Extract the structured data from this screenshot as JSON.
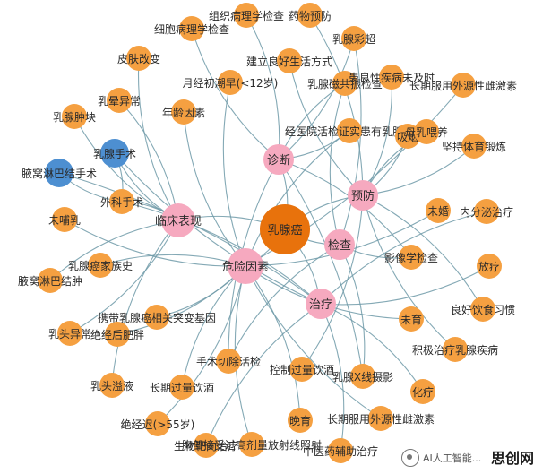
{
  "diagram": {
    "center": {
      "id": "c",
      "label": "乳腺癌",
      "color": "#e8720c"
    },
    "hubs": [
      {
        "id": "h1",
        "label": "诊断"
      },
      {
        "id": "h2",
        "label": "预防"
      },
      {
        "id": "h3",
        "label": "临床表现"
      },
      {
        "id": "h4",
        "label": "危险因素"
      },
      {
        "id": "h5",
        "label": "检查"
      },
      {
        "id": "h6",
        "label": "治疗"
      }
    ],
    "hub_color": "#f6a9bf",
    "leaf_color": "#f5a041",
    "blue_color": "#4d8fd1",
    "leaves": [
      {
        "id": "l1",
        "label": "组织病理学检查"
      },
      {
        "id": "l2",
        "label": "药物预防"
      },
      {
        "id": "l3",
        "label": "细胞病理学检查"
      },
      {
        "id": "l4",
        "label": "乳腺彩超"
      },
      {
        "id": "l5",
        "label": "皮肤改变"
      },
      {
        "id": "l6",
        "label": "建立良好生活方式"
      },
      {
        "id": "l7",
        "label": "月经初潮早(<12岁)"
      },
      {
        "id": "l8",
        "label": "乳腺磁共振检查"
      },
      {
        "id": "l9",
        "label": "患良性疾病未及时"
      },
      {
        "id": "l10",
        "label": "长期服用外源性雌激素"
      },
      {
        "id": "l11",
        "label": "乳晕异常"
      },
      {
        "id": "l12",
        "label": "乳腺肿块"
      },
      {
        "id": "l13",
        "label": "年龄因素"
      },
      {
        "id": "l14",
        "label": "经医院活检证实患有乳腺非"
      },
      {
        "id": "l15",
        "label": "吸烟"
      },
      {
        "id": "l16",
        "label": "母乳喂养"
      },
      {
        "id": "l17",
        "label": "坚持体育锻炼"
      },
      {
        "id": "l18",
        "label": "乳腺手术",
        "blue": true
      },
      {
        "id": "l19",
        "label": "腋窝淋巴结手术",
        "blue": true
      },
      {
        "id": "l20",
        "label": "外科手术"
      },
      {
        "id": "l21",
        "label": "未婚"
      },
      {
        "id": "l22",
        "label": "内分泌治疗"
      },
      {
        "id": "l23",
        "label": "未哺乳"
      },
      {
        "id": "l24",
        "label": "影像学检查"
      },
      {
        "id": "l25",
        "label": "乳腺癌家族史"
      },
      {
        "id": "l26",
        "label": "放疗"
      },
      {
        "id": "l27",
        "label": "腋窝淋巴结肿"
      },
      {
        "id": "l28",
        "label": "良好饮食习惯"
      },
      {
        "id": "l29",
        "label": "携带乳腺癌相关突变基因"
      },
      {
        "id": "l30",
        "label": "未育"
      },
      {
        "id": "l31",
        "label": "乳头异常"
      },
      {
        "id": "l32",
        "label": "绝经后肥胖"
      },
      {
        "id": "l33",
        "label": "积极治疗乳腺疾病"
      },
      {
        "id": "l34",
        "label": "手术切除活检"
      },
      {
        "id": "l35",
        "label": "控制过量饮酒"
      },
      {
        "id": "l36",
        "label": "乳腺X线摄影"
      },
      {
        "id": "l37",
        "label": "乳头溢液"
      },
      {
        "id": "l38",
        "label": "长期过量饮酒"
      },
      {
        "id": "l39",
        "label": "化疗"
      },
      {
        "id": "l40",
        "label": "晚育"
      },
      {
        "id": "l41",
        "label": "长期服用外源性雌激素"
      },
      {
        "id": "l42",
        "label": "绝经迟(>55岁)"
      },
      {
        "id": "l43",
        "label": "生物靶向治疗"
      },
      {
        "id": "l44",
        "label": "胸部接受过高剂量放射线照射"
      },
      {
        "id": "l45",
        "label": "中医药辅助治疗"
      }
    ],
    "edges": [
      [
        "c",
        "h1"
      ],
      [
        "c",
        "h2"
      ],
      [
        "c",
        "h3"
      ],
      [
        "c",
        "h4"
      ],
      [
        "c",
        "h5"
      ],
      [
        "c",
        "h6"
      ],
      [
        "h1",
        "l1"
      ],
      [
        "h1",
        "l3"
      ],
      [
        "h1",
        "l4"
      ],
      [
        "h1",
        "l8"
      ],
      [
        "h1",
        "l14"
      ],
      [
        "h1",
        "l24"
      ],
      [
        "h1",
        "l34"
      ],
      [
        "h1",
        "l36"
      ],
      [
        "h2",
        "l2"
      ],
      [
        "h2",
        "l6"
      ],
      [
        "h2",
        "l15"
      ],
      [
        "h2",
        "l16"
      ],
      [
        "h2",
        "l17"
      ],
      [
        "h2",
        "l28"
      ],
      [
        "h2",
        "l33"
      ],
      [
        "h2",
        "l35"
      ],
      [
        "h2",
        "l9"
      ],
      [
        "h3",
        "l5"
      ],
      [
        "h3",
        "l11"
      ],
      [
        "h3",
        "l12"
      ],
      [
        "h3",
        "l27"
      ],
      [
        "h3",
        "l31"
      ],
      [
        "h3",
        "l37"
      ],
      [
        "h3",
        "l18"
      ],
      [
        "h3",
        "l20"
      ],
      [
        "h4",
        "l7"
      ],
      [
        "h4",
        "l10"
      ],
      [
        "h4",
        "l13"
      ],
      [
        "h4",
        "l21"
      ],
      [
        "h4",
        "l23"
      ],
      [
        "h4",
        "l25"
      ],
      [
        "h4",
        "l29"
      ],
      [
        "h4",
        "l30"
      ],
      [
        "h4",
        "l32"
      ],
      [
        "h4",
        "l38"
      ],
      [
        "h4",
        "l40"
      ],
      [
        "h4",
        "l41"
      ],
      [
        "h4",
        "l42"
      ],
      [
        "h4",
        "l44"
      ],
      [
        "h4",
        "l14"
      ],
      [
        "h5",
        "l24"
      ],
      [
        "h5",
        "l36"
      ],
      [
        "h5",
        "l4"
      ],
      [
        "h5",
        "l8"
      ],
      [
        "h5",
        "l34"
      ],
      [
        "h6",
        "l22"
      ],
      [
        "h6",
        "l26"
      ],
      [
        "h6",
        "l39"
      ],
      [
        "h6",
        "l43"
      ],
      [
        "h6",
        "l45"
      ],
      [
        "h6",
        "l20"
      ],
      [
        "h6",
        "l18"
      ],
      [
        "h6",
        "l19"
      ],
      [
        "l20",
        "l19"
      ],
      [
        "l20",
        "l18"
      ]
    ]
  },
  "watermark": {
    "text": "AI人工智能...",
    "brand": "思创网"
  }
}
